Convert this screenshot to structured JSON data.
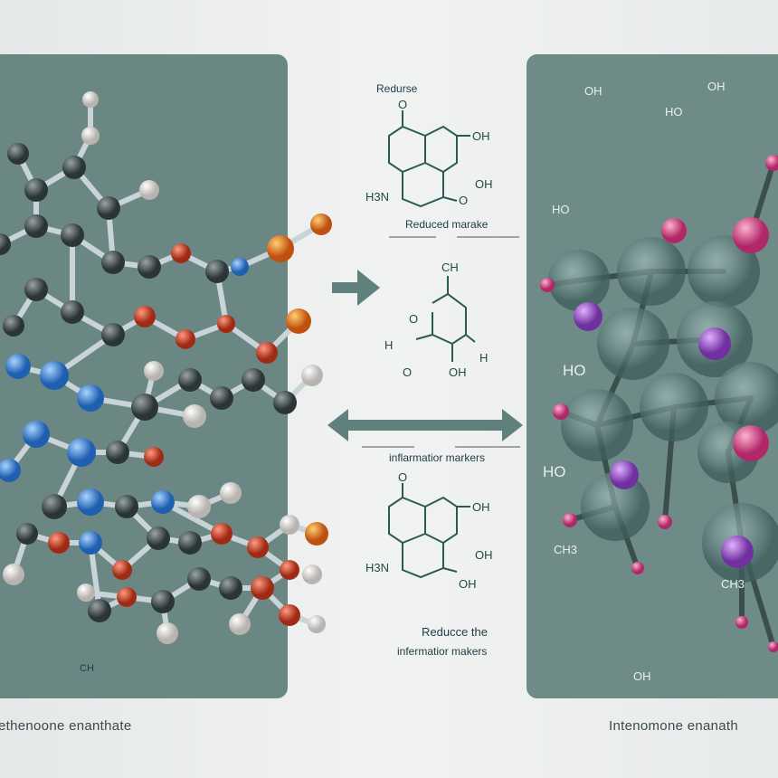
{
  "center": {
    "top_title": "Redurse",
    "mid_label": "Reduced marake",
    "arrow_label": "inflarmatior markers",
    "bottom_label_1": "Reducce the",
    "bottom_label_2": "infermatior makers"
  },
  "chem_labels": {
    "o": "O",
    "oh": "OH",
    "h3n": "H3N",
    "h": "H",
    "ho": "HO",
    "ch": "CH",
    "ch3": "CH3"
  },
  "left_panel": {
    "small_label": "CH",
    "caption": "ethenoone enanthate"
  },
  "right_panel": {
    "caption": "Intenomone enanath"
  },
  "colors": {
    "panel": "#6b8784",
    "arrow": "#5f807c",
    "carbon": "#3f4a4a",
    "nitrogen": "#3c86d0",
    "oxygen": "#cc4a2c",
    "hydrogen": "#eeeeee",
    "sulfur": "#e89020",
    "pink": "#d8548c",
    "purple": "#a060c8"
  }
}
